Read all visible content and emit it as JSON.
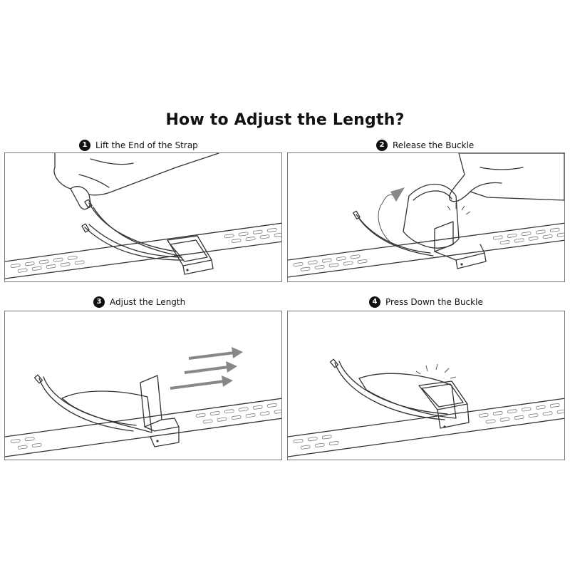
{
  "title": "How to Adjust the Length?",
  "steps": [
    {
      "number": "1",
      "label": "Lift the End of the Strap"
    },
    {
      "number": "2",
      "label": "Release the Buckle"
    },
    {
      "number": "3",
      "label": "Adjust the Length"
    },
    {
      "number": "4",
      "label": "Press Down the Buckle"
    }
  ],
  "colors": {
    "line": "#333333",
    "fill": "#ffffff",
    "arrow": "#888888",
    "badge": "#111111"
  }
}
